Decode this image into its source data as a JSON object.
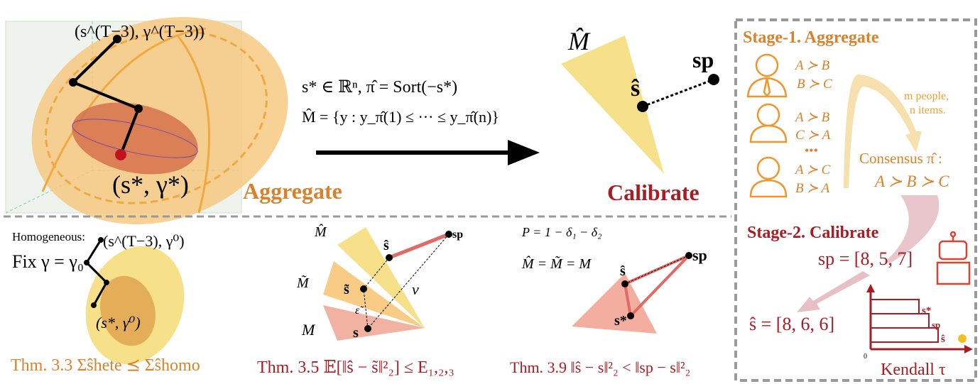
{
  "colors": {
    "orange": "#d9822b",
    "darkred": "#a81c24",
    "yellow": "#f6dc85",
    "lightorange": "#f4c27a",
    "salmon": "#f2a08e",
    "redline": "#e06a66",
    "pink": "#e7c0c6",
    "gray": "#999999"
  },
  "top_left": {
    "label_top": "(s^(T−3), γ^(T−3))",
    "label_star": "(s*, γ*)",
    "aggregate": "Aggregate"
  },
  "middle": {
    "line1": "s* ∈ ℝⁿ,  π̂ = Sort(−s*)",
    "line2": "M̂ = {y :  y_π̂(1) ≤ ··· ≤ y_π̂(n)}",
    "M_hat": "M̂",
    "s_hat": "ŝ",
    "s_p": "sp",
    "calibrate": "Calibrate"
  },
  "bottom": {
    "homogeneous": "Homogeneous:",
    "fix": "Fix  γ = γ₀",
    "label_top": "(s^(T−3), γ⁰)",
    "label_star": "(s*, γ⁰)",
    "thm33": "Thm. 3.3 Σŝhete ⪯ Σŝhomo",
    "m_hat": "M̂",
    "m_tilde": "M̃",
    "m": "M",
    "s_hat": "ŝ",
    "s_tilde": "s̃",
    "s": "s",
    "sp": "sp",
    "nu": "ν",
    "eps": "ε̃",
    "thm35": "Thm. 3.5  𝔼[‖ŝ − s̃‖²₂] ≤ E₁,₂,₃",
    "p_eq": "P = 1 − δ₁ − δ₂",
    "m_eq": "M̂ = M̃ = M",
    "s_hat2": "ŝ",
    "s2": "s*",
    "sp2": "sp",
    "thm39": "Thm. 3.9  ‖ŝ − s‖²₂ < ‖sp − s‖²₂"
  },
  "panel": {
    "stage1": "Stage-1. Aggregate",
    "prefs": [
      [
        "A ≻ B",
        "B ≻ C"
      ],
      [
        "A ≻ B",
        "C ≻ A"
      ],
      [
        "A ≻ C",
        "B ≻ A"
      ]
    ],
    "dots": "•••",
    "m_people": "m people,",
    "n_items": "n items.",
    "consensus": "Consensus π̂ :",
    "consensus_order": "A ≻ B ≻ C",
    "stage2": "Stage-2. Calibrate",
    "sp_value": "sp = [8, 5, 7]",
    "s_hat_value": "ŝ = [8, 6, 6]",
    "bar_labels": [
      "s*",
      "sp",
      "ŝ"
    ],
    "axis_zero": "0",
    "axis_label": "Kendall τ"
  }
}
